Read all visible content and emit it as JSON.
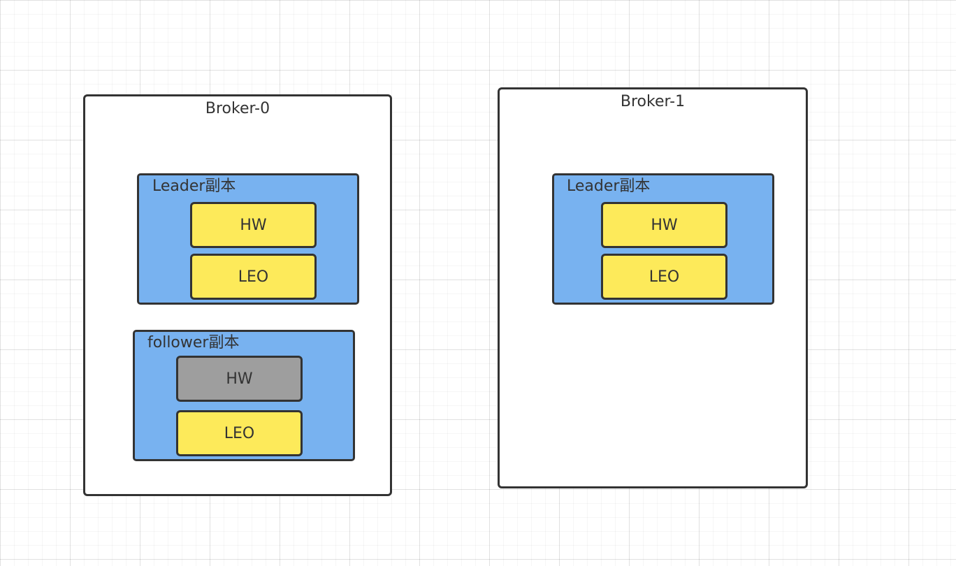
{
  "colors": {
    "border": "#333333",
    "replica_fill": "#78b2f0",
    "slot_fill": "#fdea5a",
    "slot_inactive_fill": "#9e9e9e",
    "broker_fill": "#ffffff"
  },
  "brokers": [
    {
      "title": "Broker-0",
      "replicas": [
        {
          "label": "Leader副本",
          "slots": [
            {
              "label": "HW",
              "state": "active"
            },
            {
              "label": "LEO",
              "state": "active"
            }
          ]
        },
        {
          "label": "follower副本",
          "slots": [
            {
              "label": "HW",
              "state": "inactive"
            },
            {
              "label": "LEO",
              "state": "active"
            }
          ]
        }
      ]
    },
    {
      "title": "Broker-1",
      "replicas": [
        {
          "label": "Leader副本",
          "slots": [
            {
              "label": "HW",
              "state": "active"
            },
            {
              "label": "LEO",
              "state": "active"
            }
          ]
        }
      ]
    }
  ]
}
